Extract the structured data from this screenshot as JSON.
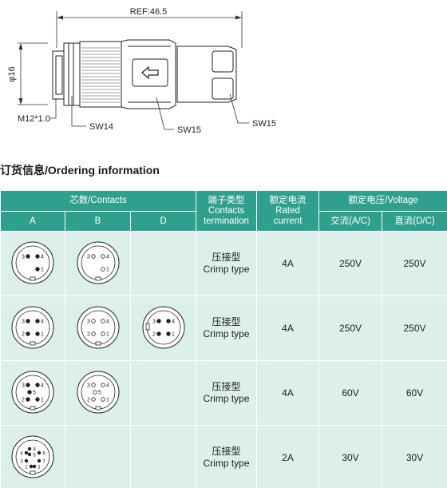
{
  "drawing": {
    "ref_dim": "REF:46.5",
    "dia_dim": "φ16",
    "thread": "M12*1.0",
    "sw14": "SW14",
    "sw15_a": "SW15",
    "sw15_b": "SW15",
    "arrow_icon": "arrow-left-icon"
  },
  "section_title": "订货信息/Ordering information",
  "table": {
    "header": {
      "contacts": "芯数/Contacts",
      "termination_cn": "端子类型",
      "termination_en1": "Contacts",
      "termination_en2": "termination",
      "current_cn": "额定电流",
      "current_en1": "Rated",
      "current_en2": "current",
      "voltage": "额定电压/Voltage",
      "col_a": "A",
      "col_b": "B",
      "col_d": "D",
      "ac": "交流(A/C)",
      "dc": "直流(D/C)"
    },
    "rows": [
      {
        "a": [
          "1",
          "3",
          "4"
        ],
        "b": [
          "1",
          "3",
          "4"
        ],
        "d": [],
        "term_cn": "压接型",
        "term_en": "Crimp type",
        "current": "4A",
        "ac": "250V",
        "dc": "250V"
      },
      {
        "a": [
          "1",
          "2",
          "3",
          "4"
        ],
        "b": [
          "1",
          "2",
          "3",
          "4"
        ],
        "d": [
          "1",
          "2",
          "3",
          "4"
        ],
        "term_cn": "压接型",
        "term_en": "Crimp type",
        "current": "4A",
        "ac": "250V",
        "dc": "250V"
      },
      {
        "a": [
          "1",
          "2",
          "3",
          "4",
          "5"
        ],
        "b": [
          "1",
          "2",
          "3",
          "4",
          "5"
        ],
        "d": [],
        "term_cn": "压接型",
        "term_en": "Crimp type",
        "current": "4A",
        "ac": "60V",
        "dc": "60V"
      },
      {
        "a": [
          "1",
          "2",
          "3",
          "4",
          "5",
          "6",
          "7",
          "8"
        ],
        "b": [],
        "d": [],
        "term_cn": "压接型",
        "term_en": "Crimp type",
        "current": "2A",
        "ac": "30V",
        "dc": "30V"
      }
    ]
  }
}
